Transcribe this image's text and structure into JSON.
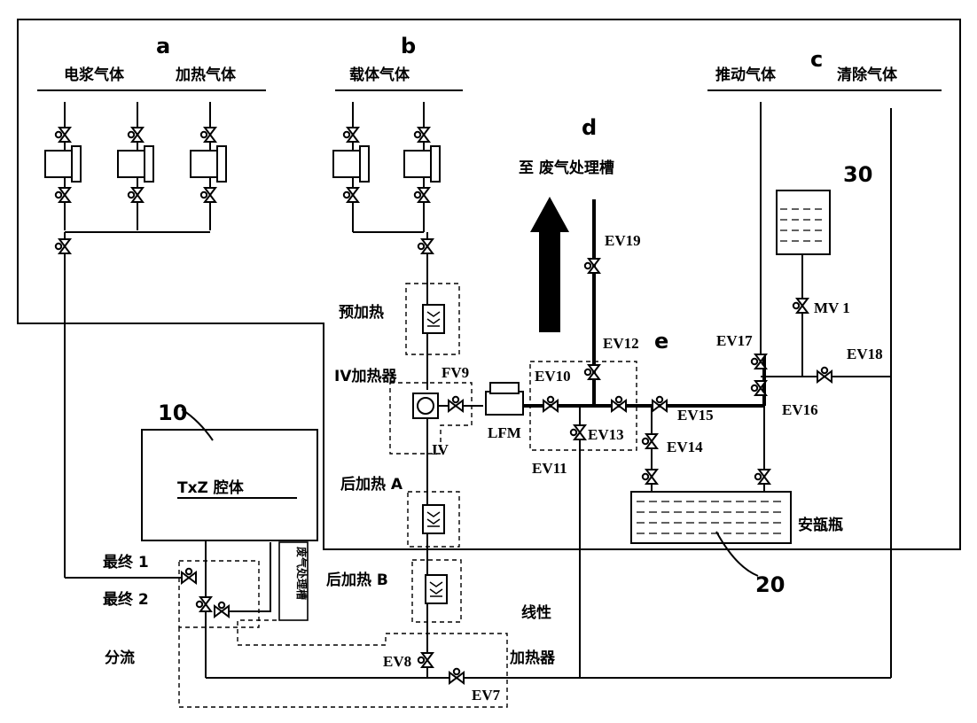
{
  "groups": {
    "a": "a",
    "b": "b",
    "c": "c",
    "d": "d",
    "e": "e"
  },
  "gases": {
    "plasma": "电浆气体",
    "heating": "加热气体",
    "carrier": "载体气体",
    "push": "推动气体",
    "purge": "清除气体"
  },
  "exhaust_label": "至 废气处理槽",
  "heaters": {
    "preheat": "预加热",
    "iv_heater": "IV加热器",
    "post_a": "后加热 A",
    "post_b": "后加热 B",
    "linear_1": "线性",
    "linear_2": "加热器"
  },
  "chamber": {
    "ref": "10",
    "label": "TxZ  腔体",
    "exhaust_vertical": "废气处理槽"
  },
  "ampoule": {
    "ref": "20",
    "label": "安瓿瓶"
  },
  "tank_ref": "30",
  "final_1": "最终  1",
  "final_2": "最终  2",
  "split": "分流",
  "components": {
    "iv": "IV",
    "lfm": "LFM",
    "fv9": "FV9",
    "mv1": "MV  1"
  },
  "valves": {
    "ev7": "EV7",
    "ev8": "EV8",
    "ev10": "EV10",
    "ev11": "EV11",
    "ev12": "EV12",
    "ev13": "EV13",
    "ev14": "EV14",
    "ev15": "EV15",
    "ev16": "EV16",
    "ev17": "EV17",
    "ev18": "EV18",
    "ev19": "EV19"
  }
}
